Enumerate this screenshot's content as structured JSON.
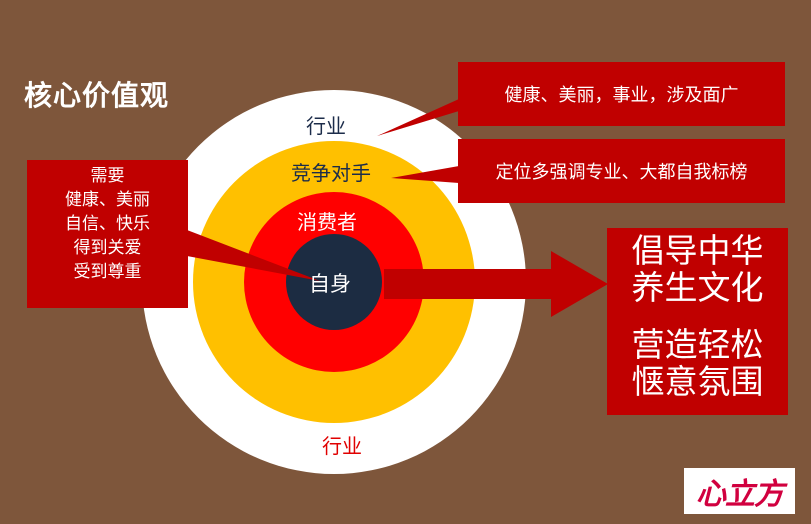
{
  "title": "核心价值观",
  "rings": {
    "industry_top": "行业",
    "competitor": "竞争对手",
    "consumer": "消费者",
    "self": "自身",
    "industry_bottom": "行业"
  },
  "callouts": {
    "industry": "健康、美丽，事业，涉及面广",
    "competitor": "定位多强调专业、大都自我标榜"
  },
  "needs": [
    "需要",
    "健康、美丽",
    "自信、快乐",
    "得到关爱",
    "受到尊重"
  ],
  "culture": [
    "倡导中华",
    "养生文化",
    "营造轻松",
    "惬意氛围"
  ],
  "logo": "心立方",
  "colors": {
    "background": "#7e563b",
    "ring_outer": "#ffffff",
    "ring_competitor": "#ffc000",
    "ring_consumer": "#ff0000",
    "core": "#1c2c42",
    "callout": "#c00000"
  }
}
